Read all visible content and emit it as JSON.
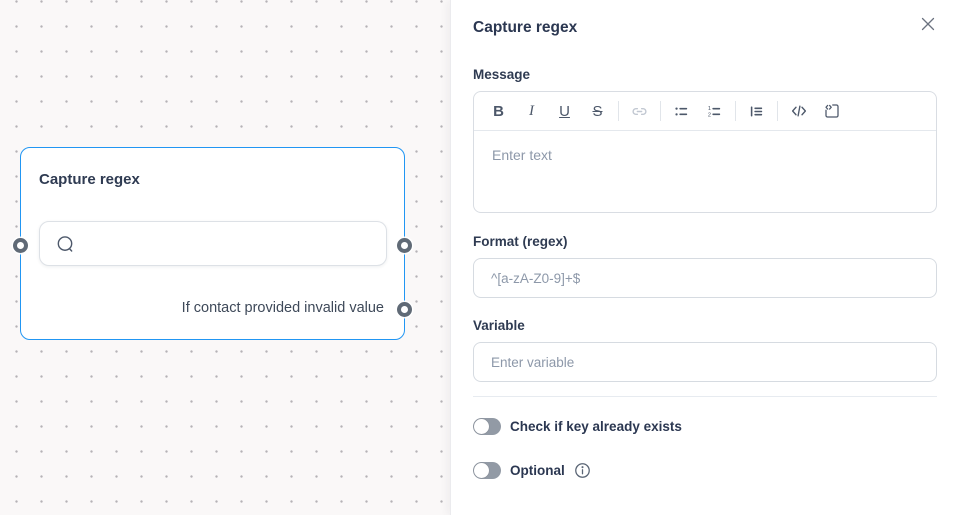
{
  "colors": {
    "accent_blue": "#2196f3",
    "canvas_bg": "#faf8f8",
    "panel_bg": "#ffffff",
    "text_dark": "#2f3b52",
    "placeholder_gray": "#8d98a9",
    "toggle_off_track": "#929aa5",
    "port_ring": "#606a76"
  },
  "canvas": {
    "node": {
      "title": "Capture regex",
      "footer_condition": "If contact provided invalid value",
      "input_icon": "chat-bubble-icon",
      "ports": [
        "left-input",
        "right-output",
        "right-invalid-output"
      ]
    }
  },
  "panel": {
    "title": "Capture regex",
    "close_icon": "close-icon",
    "message": {
      "label": "Message",
      "placeholder": "Enter text"
    },
    "editor_toolbar": {
      "bold": "B",
      "italic": "I",
      "underline": "U",
      "strikethrough": "S",
      "icons": [
        "link-icon",
        "bullet-list-icon",
        "numbered-list-icon",
        "indent-list-icon",
        "code-icon",
        "code-block-icon"
      ]
    },
    "format": {
      "label": "Format (regex)",
      "placeholder": "^[a-zA-Z0-9]+$"
    },
    "variable": {
      "label": "Variable",
      "placeholder": "Enter variable"
    },
    "toggles": [
      {
        "label": "Check if key already exists",
        "state": "off"
      },
      {
        "label": "Optional",
        "state": "off",
        "has_info": true
      }
    ]
  }
}
